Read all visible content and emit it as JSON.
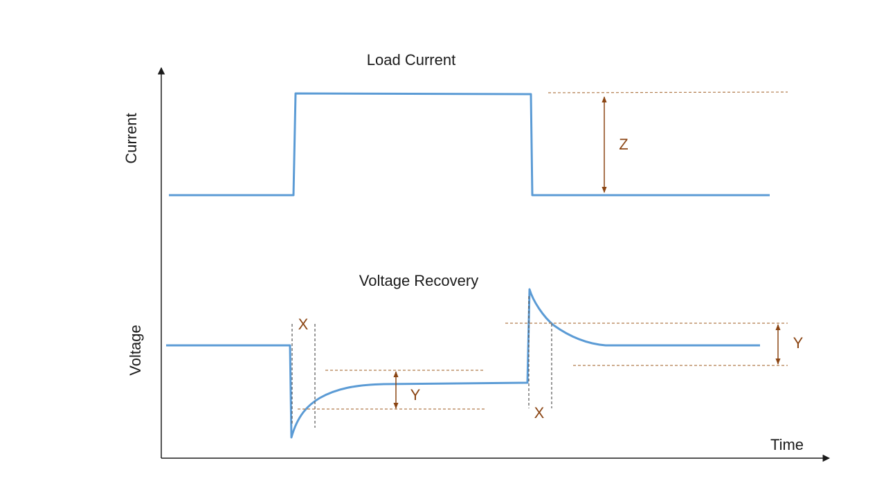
{
  "labels": {
    "load_current_title": "Load Current",
    "voltage_recovery_title": "Voltage Recovery",
    "current_axis": "Current",
    "voltage_axis": "Voltage",
    "time_axis": "Time",
    "z": "Z",
    "x": "X",
    "y": "Y"
  },
  "colors": {
    "signal": "#5b9bd5",
    "annotation": "#8b4513",
    "axis": "#1a1a1a"
  }
}
